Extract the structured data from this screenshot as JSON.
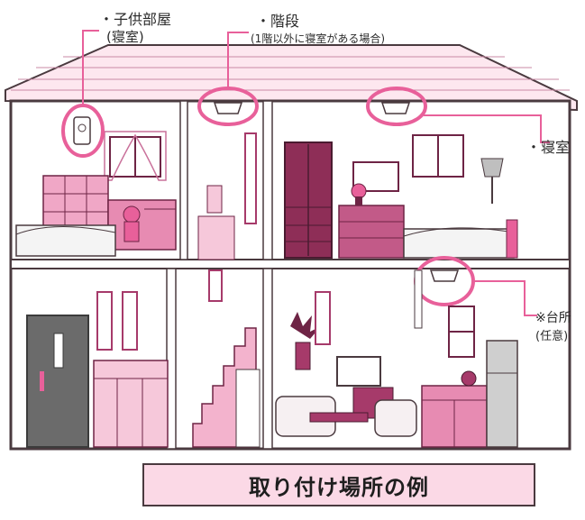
{
  "labels": {
    "kids_room": "・子供部屋",
    "kids_room_sub": "(寝室)",
    "stairs": "・階段",
    "stairs_sub": "(1階以外に寝室がある場合)",
    "bedroom": "・寝室",
    "kitchen": "※台所",
    "kitchen_sub": "(任意)"
  },
  "caption": "取り付け場所の例",
  "colors": {
    "accent": "#e8609a",
    "magenta": "#a63a6a",
    "dark_magenta": "#6e2445",
    "light_pink": "#f6c8da",
    "caption_bg": "#fbd9e6",
    "door_gray": "#6b6b6b",
    "line": "#4a3a3f"
  },
  "icons": [
    "smoke-detector-icon",
    "highlight-circle-icon"
  ]
}
